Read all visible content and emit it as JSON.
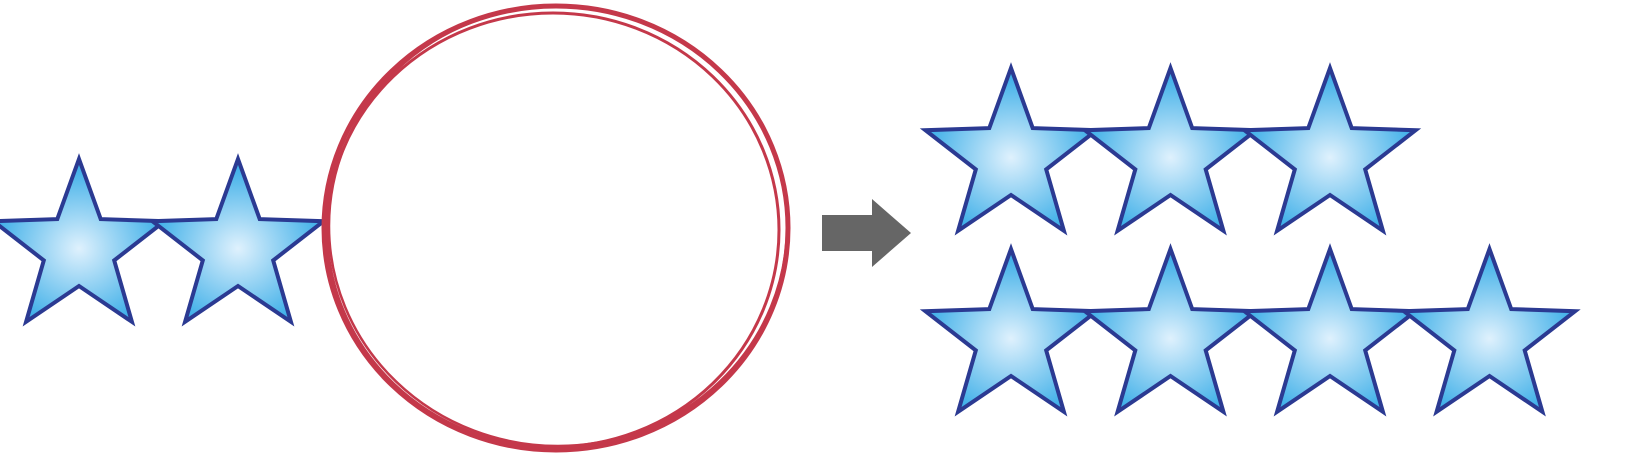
{
  "colors": {
    "star_fill_center": "#dff1fd",
    "star_fill_edge": "#1ea2e4",
    "star_stroke": "#2b3a92",
    "circle_stroke": "#c4384a",
    "arrow_fill": "#666666",
    "background": "#ffffff"
  },
  "icons": {
    "star": "star-icon",
    "circle": "empty-circle",
    "arrow": "right-arrow-icon"
  },
  "diagram": {
    "left_group": {
      "star_count": 2
    },
    "unknown_group": {
      "star_count": null
    },
    "result_group": {
      "star_count": 7,
      "rows": [
        3,
        4
      ]
    }
  }
}
